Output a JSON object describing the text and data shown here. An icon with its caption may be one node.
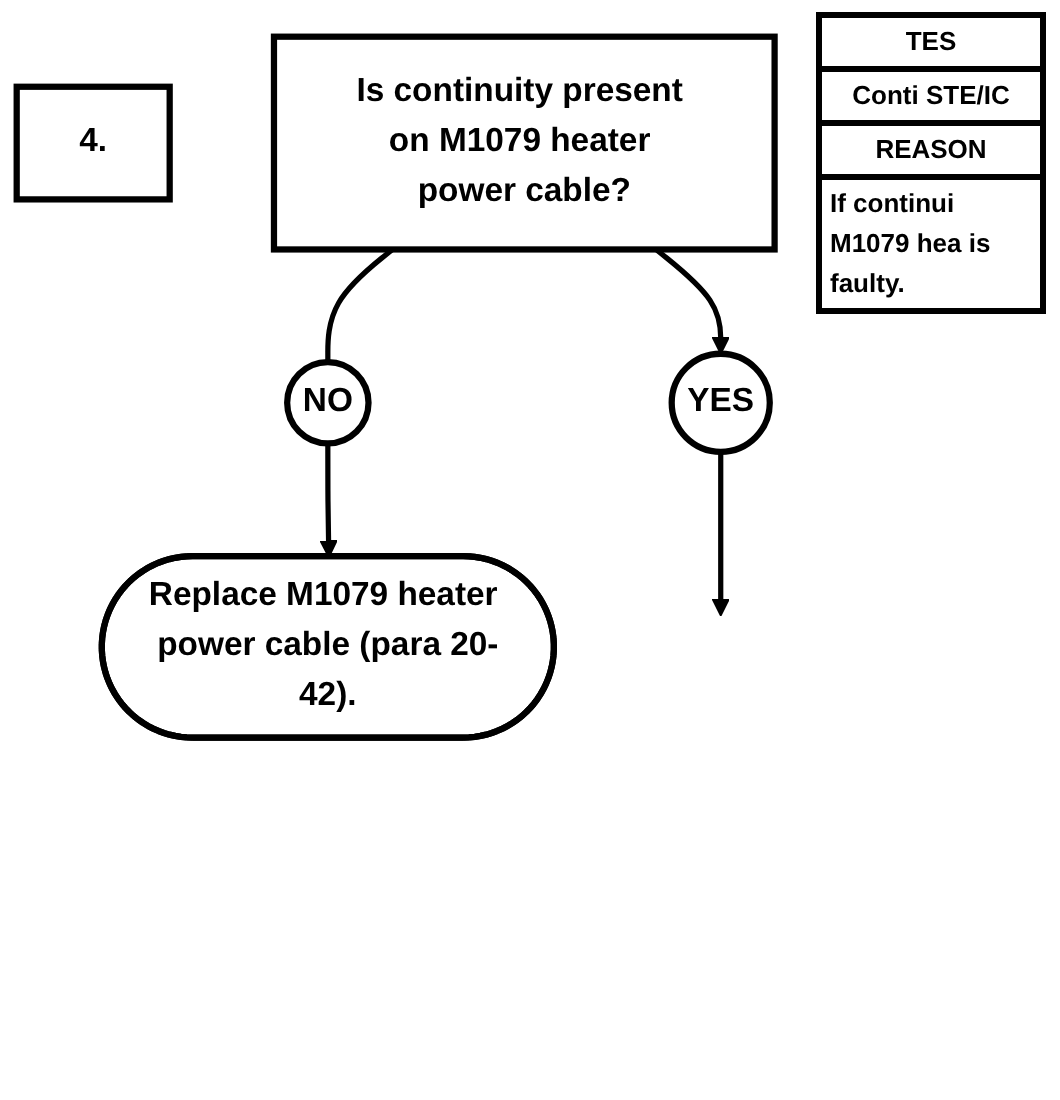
{
  "diagram": {
    "nodes": [
      {
        "text": [
          "4."
        ]
      },
      {
        "text": [
          "Is continuity present on M1079 heater power cable?"
        ]
      },
      {
        "text": [
          "NO"
        ]
      },
      {
        "text": [
          "YES"
        ]
      },
      {
        "text": [
          "Replace M1079 heater power cable (para 20-42)."
        ]
      }
    ],
    "edges": [
      {
        "from": 1,
        "to": 2,
        "arrow": "none"
      },
      {
        "from": 2,
        "to": 4,
        "arrow": "to"
      },
      {
        "from": 1,
        "to": 3,
        "arrow": "to"
      },
      {
        "from": 3,
        "to": null,
        "arrow": "to"
      }
    ],
    "labels": [
      "TES",
      "Conti STE/IC",
      "REASON",
      "If continui M1079 hea is faulty."
    ]
  }
}
